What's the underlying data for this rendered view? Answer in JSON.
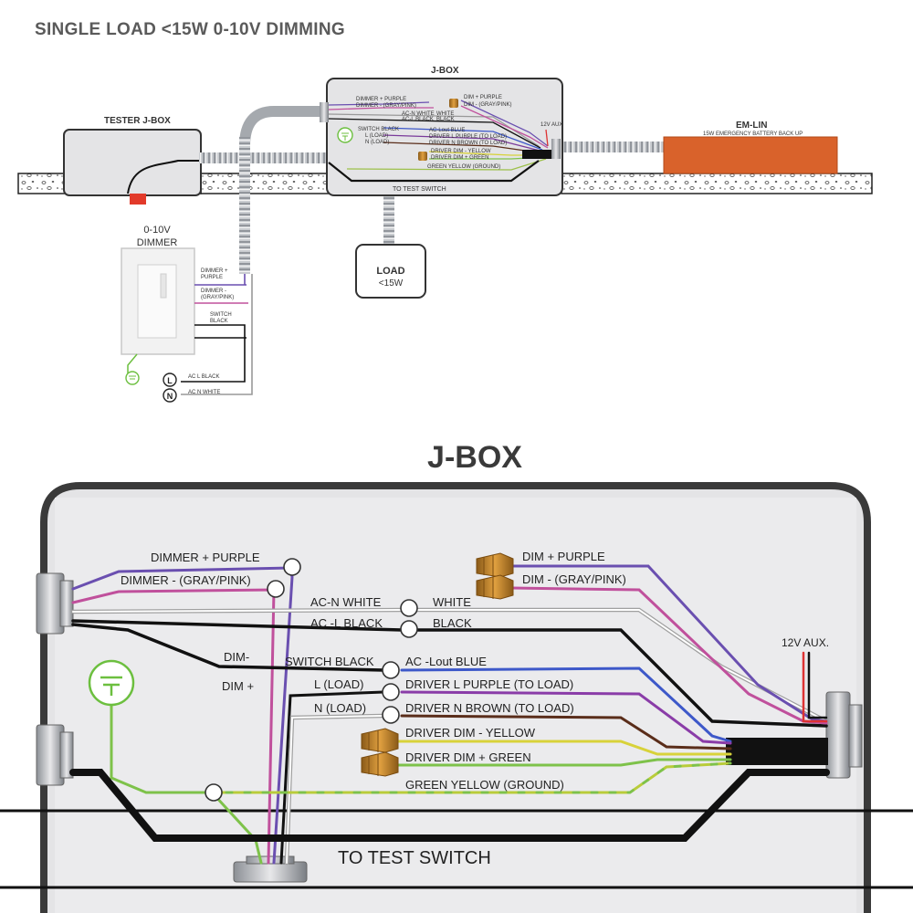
{
  "title": "SINGLE LOAD <15W 0-10V DIMMING",
  "top": {
    "tester_jbox": "TESTER J-BOX",
    "jbox": "J-BOX",
    "emlin": "EM-LIN",
    "emlin_sub": "15W EMERGENCY BATTERY BACK UP",
    "dimmer_title_1": "0-10V",
    "dimmer_title_2": "DIMMER",
    "load_1": "LOAD",
    "load_2": "<15W",
    "to_test_switch": "TO TEST SWITCH",
    "dimmer_wires": [
      "DIMMER +",
      "PURPLE",
      "DIMMER -",
      "(GRAY/PINK)",
      "SWITCH",
      "BLACK"
    ],
    "ac_l": "AC L BLACK",
    "ac_n": "AC N WHITE",
    "l_symbol": "L",
    "n_symbol": "N",
    "tiny_labels": [
      "DIMMER + PURPLE",
      "DIMMER - (GRAY/PINK)",
      "AC-N WHITE",
      "AC-L BLACK",
      "SWITCH BLACK",
      "L (LOAD)",
      "N (LOAD)",
      "DIM + PURPLE",
      "DIM - (GRAY/PINK)",
      "WHITE",
      "BLACK",
      "AC-Lout BLUE",
      "DRIVER L PURPLE (TO LOAD)",
      "DRIVER N BROWN (TO LOAD)",
      "DRIVER DIM - YELLOW",
      "DRIVER DIM + GREEN",
      "GREEN YELLOW (GROUND)",
      "12V AUX"
    ]
  },
  "detail": {
    "title": "J-BOX",
    "labels": {
      "dimmer_plus_purple": "DIMMER + PURPLE",
      "dimmer_minus_graypink": "DIMMER -  (GRAY/PINK)",
      "acn_white": "AC-N WHITE",
      "acl_black": "AC -L  BLACK",
      "dim_minus": "DIM-",
      "switch_black": "SWITCH BLACK",
      "dim_plus": "DIM +",
      "l_load": "L  (LOAD)",
      "n_load": "N  (LOAD)",
      "dim_plus_purple": "DIM +  PURPLE",
      "dim_minus_graypink": "DIM -  (GRAY/PINK)",
      "white": "WHITE",
      "black": "BLACK",
      "aclout_blue": "AC -Lout BLUE",
      "driver_l_purple": "DRIVER L PURPLE (TO LOAD)",
      "driver_n_brown": "DRIVER N BROWN  (TO LOAD)",
      "driver_dim_yellow": "DRIVER DIM -  YELLOW",
      "driver_dim_green": "DRIVER DIM + GREEN",
      "green_yellow_ground": "GREEN YELLOW (GROUND)",
      "aux_12v": "12V AUX.",
      "to_test_switch": "TO TEST SWITCH"
    }
  },
  "colors": {
    "purple": "#6a4fb0",
    "pink": "#c0509c",
    "blue": "#3d58c9",
    "brown": "#5a2d1a",
    "yellow": "#d8d23a",
    "green": "#7ec24a",
    "black": "#111111",
    "white_wire": "#999999",
    "emlin": "#d9622b",
    "box_bg": "#e4e4e6",
    "box_border": "#3a3a3a",
    "title_gray": "#5a5a5a"
  }
}
